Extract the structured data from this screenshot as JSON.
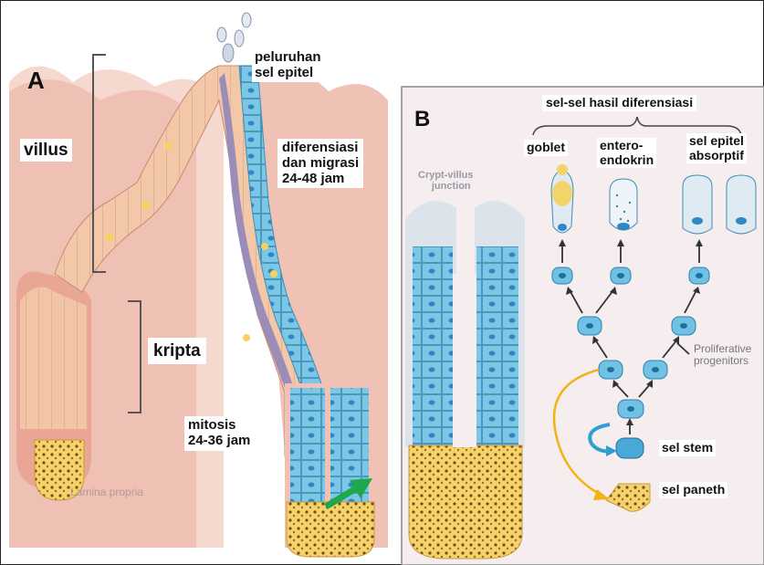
{
  "panel_a": {
    "letter": "A",
    "villus": "villus",
    "kripta": "kripta",
    "peluruhan": [
      "peluruhan",
      "sel epitel"
    ],
    "diferensiasi": [
      "diferensiasi",
      "dan migrasi",
      "24-48 jam"
    ],
    "mitosis": [
      "mitosis",
      "24-36 jam"
    ],
    "lamina_propria": "Lamina propria"
  },
  "panel_b": {
    "letter": "B",
    "header": "sel-sel hasil diferensiasi",
    "goblet": "goblet",
    "enteroendokrin": [
      "entero-",
      "endokrin"
    ],
    "absorptif": [
      "sel epitel",
      "absorptif"
    ],
    "crypt_villus": [
      "Crypt-villus",
      "junction"
    ],
    "proliferative": [
      "Proliferative",
      "progenitors"
    ],
    "sel_stem": "sel stem",
    "sel_paneth": "sel paneth"
  },
  "colors": {
    "tissue_pink": "#e8b4a4",
    "epithelium": "#f0c49e",
    "cell_blue": "#6fc2e3",
    "paneth_yellow": "#f2cf55",
    "arrow_green": "#1fa84b",
    "arrow_yellow": "#f0b419",
    "panel_b_bg": "#f5edee"
  }
}
